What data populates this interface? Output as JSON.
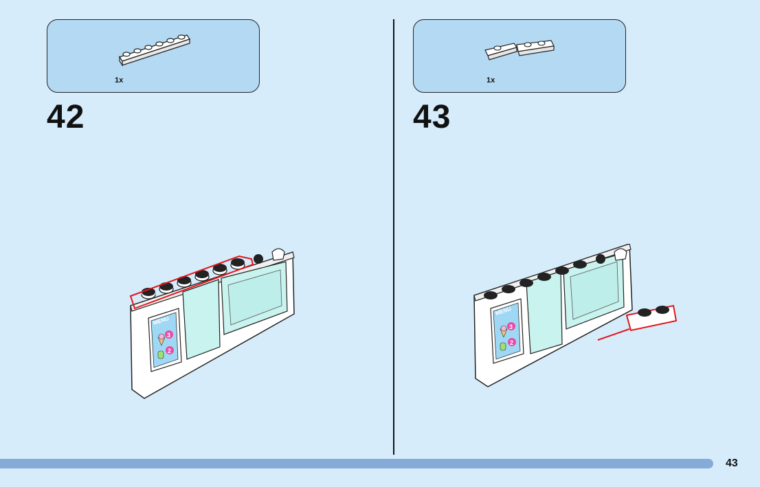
{
  "steps": [
    {
      "number": "42",
      "part_qty": "1x",
      "part_icon": "plate-1x6-icon"
    },
    {
      "number": "43",
      "part_qty": "1x",
      "part_icon": "hinge-plate-icon"
    }
  ],
  "menu_sign": {
    "title": "MENU",
    "price_1": "3",
    "price_2": "2"
  },
  "page_number": "43",
  "colors": {
    "background": "#d6ecfb",
    "parts_box": "#b4d9f3",
    "highlight": "#e3141b",
    "bottom_bar": "#86abd9",
    "glass": "#c8f3ef"
  }
}
